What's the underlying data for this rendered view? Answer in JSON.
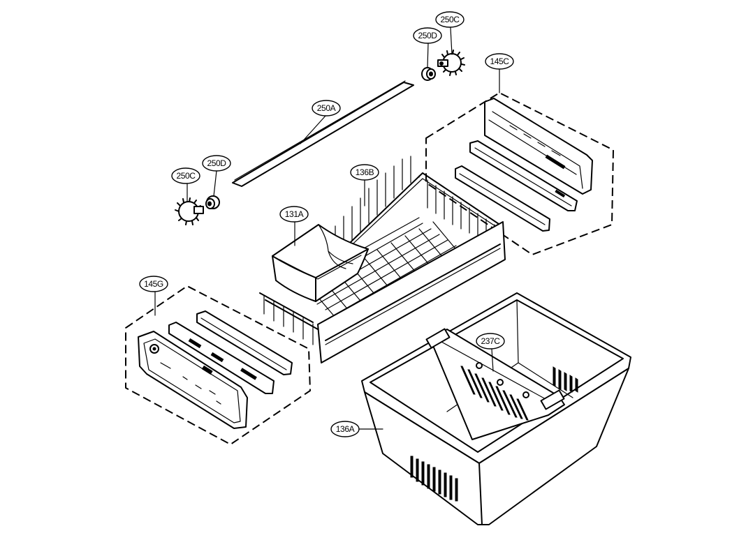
{
  "labels": {
    "p250C_top": "250C",
    "p250D_top": "250D",
    "p145C": "145C",
    "p250A": "250A",
    "p136B": "136B",
    "p250D_left": "250D",
    "p250C_left": "250C",
    "p131A": "131A",
    "p145G": "145G",
    "p237C": "237C",
    "p136A": "136A"
  }
}
